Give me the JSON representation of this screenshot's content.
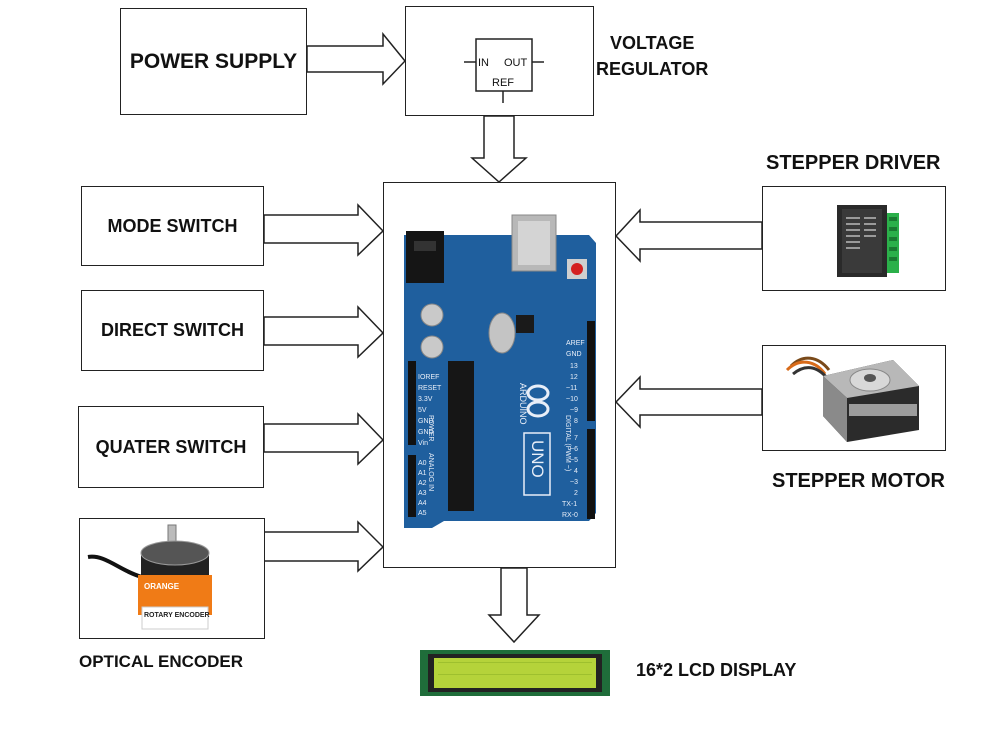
{
  "blocks": {
    "power_supply": "POWER SUPPLY",
    "voltage_regulator_line1": "VOLTAGE",
    "voltage_regulator_line2": "REGULATOR",
    "regulator_in": "IN",
    "regulator_out": "OUT",
    "regulator_ref": "REF",
    "mode_switch": "MODE SWITCH",
    "direct_switch": "DIRECT SWITCH",
    "quater_switch": "QUATER SWITCH",
    "optical_encoder": "OPTICAL ENCODER",
    "stepper_driver": "STEPPER DRIVER",
    "stepper_motor": "STEPPER MOTOR",
    "lcd_display": "16*2 LCD DISPLAY"
  },
  "arduino": {
    "brand": "ARDUINO",
    "model": "UNO",
    "digital_label": "DIGITAL (PWM ~)",
    "power_label": "POWER",
    "analog_label": "ANALOG IN",
    "left_pins": [
      "IOREF",
      "RESET",
      "3.3V",
      "5V",
      "GND",
      "GND",
      "Vin"
    ],
    "analog_pins": [
      "A0",
      "A1",
      "A2",
      "A3",
      "A4",
      "A5"
    ],
    "right_pins": [
      "AREF",
      "GND",
      "13",
      "12",
      "~11",
      "~10",
      "~9",
      "8",
      "7",
      "~6",
      "~5",
      "4",
      "~3",
      "2",
      "TX-1",
      "RX-0"
    ]
  },
  "encoder": {
    "brand": "ORANGE",
    "name": "ROTARY ENCODER"
  },
  "colors": {
    "board_blue": "#1f5f9e",
    "lcd_green": "#b5d33a",
    "encoder_orange": "#f07b16"
  }
}
